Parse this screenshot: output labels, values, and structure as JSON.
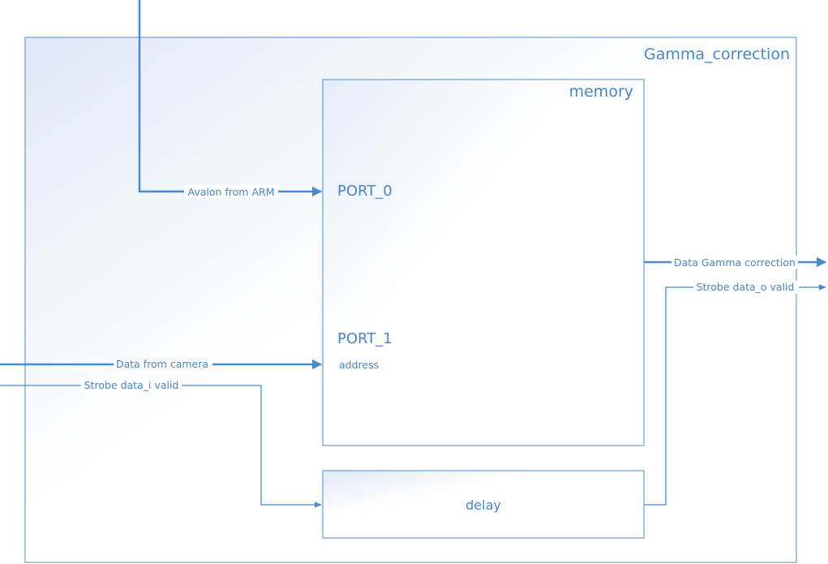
{
  "diagram": {
    "outer_label": "Gamma_correction",
    "memory_label": "memory",
    "port0_label": "PORT_0",
    "port1_label": "PORT_1",
    "address_label": "address",
    "delay_label": "delay",
    "signals": {
      "avalon": "Avalon from ARM",
      "data_camera": "Data from camera",
      "strobe_in": "Strobe data_i valid",
      "data_out": "Data Gamma correction",
      "strobe_out": "Strobe data_o valid"
    },
    "colors": {
      "accent": "#4a86c0",
      "wire": "#4a8ccb",
      "border": "#6aa0d0"
    }
  }
}
